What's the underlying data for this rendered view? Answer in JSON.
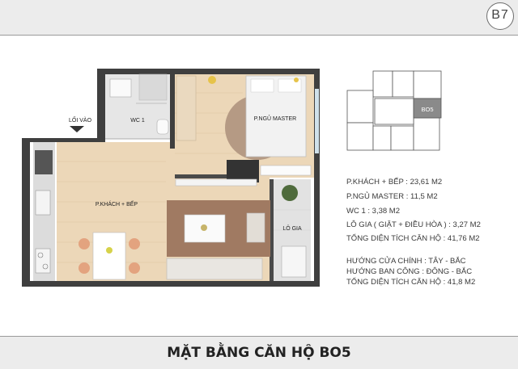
{
  "header": {
    "badge": "B7"
  },
  "floor_plan": {
    "entrance_label": "LỐI VÀO",
    "rooms": {
      "wc": "WC 1",
      "master_bedroom": "P.NGỦ MASTER",
      "living_kitchen": "P.KHÁCH + BẾP",
      "loggia": "LÔ GIA"
    },
    "colors": {
      "wall": "#3f3f3f",
      "floor_wood": "#ecd7b8",
      "bath_tile": "#e6e6e6",
      "rug": "#a07a62"
    }
  },
  "key_plan": {
    "unit_label": "BO5",
    "highlight_color": "#8a8a8a"
  },
  "area_info": {
    "living_kitchen": "P.KHÁCH + BẾP : 23,61 M2",
    "master_bedroom": "P.NGỦ MASTER : 11,5 M2",
    "wc": "WC 1 : 3,38 M2",
    "loggia": "LÔ GIA ( GIẶT + ĐIỀU HÒA ) : 3,27 M2",
    "total_area": "TỔNG DIỆN TÍCH CĂN HỘ : 41,76 M2"
  },
  "orientation_info": {
    "main_door": "HƯỚNG CỬA CHÍNH : TÂY - BẮC",
    "balcony": "HƯỚNG BAN CÔNG : ĐÔNG - BẮC",
    "total_area": "TỔNG DIỆN TÍCH CĂN HỘ : 41,8 M2"
  },
  "footer": {
    "title": "MẶT BẰNG CĂN HỘ BO5"
  }
}
